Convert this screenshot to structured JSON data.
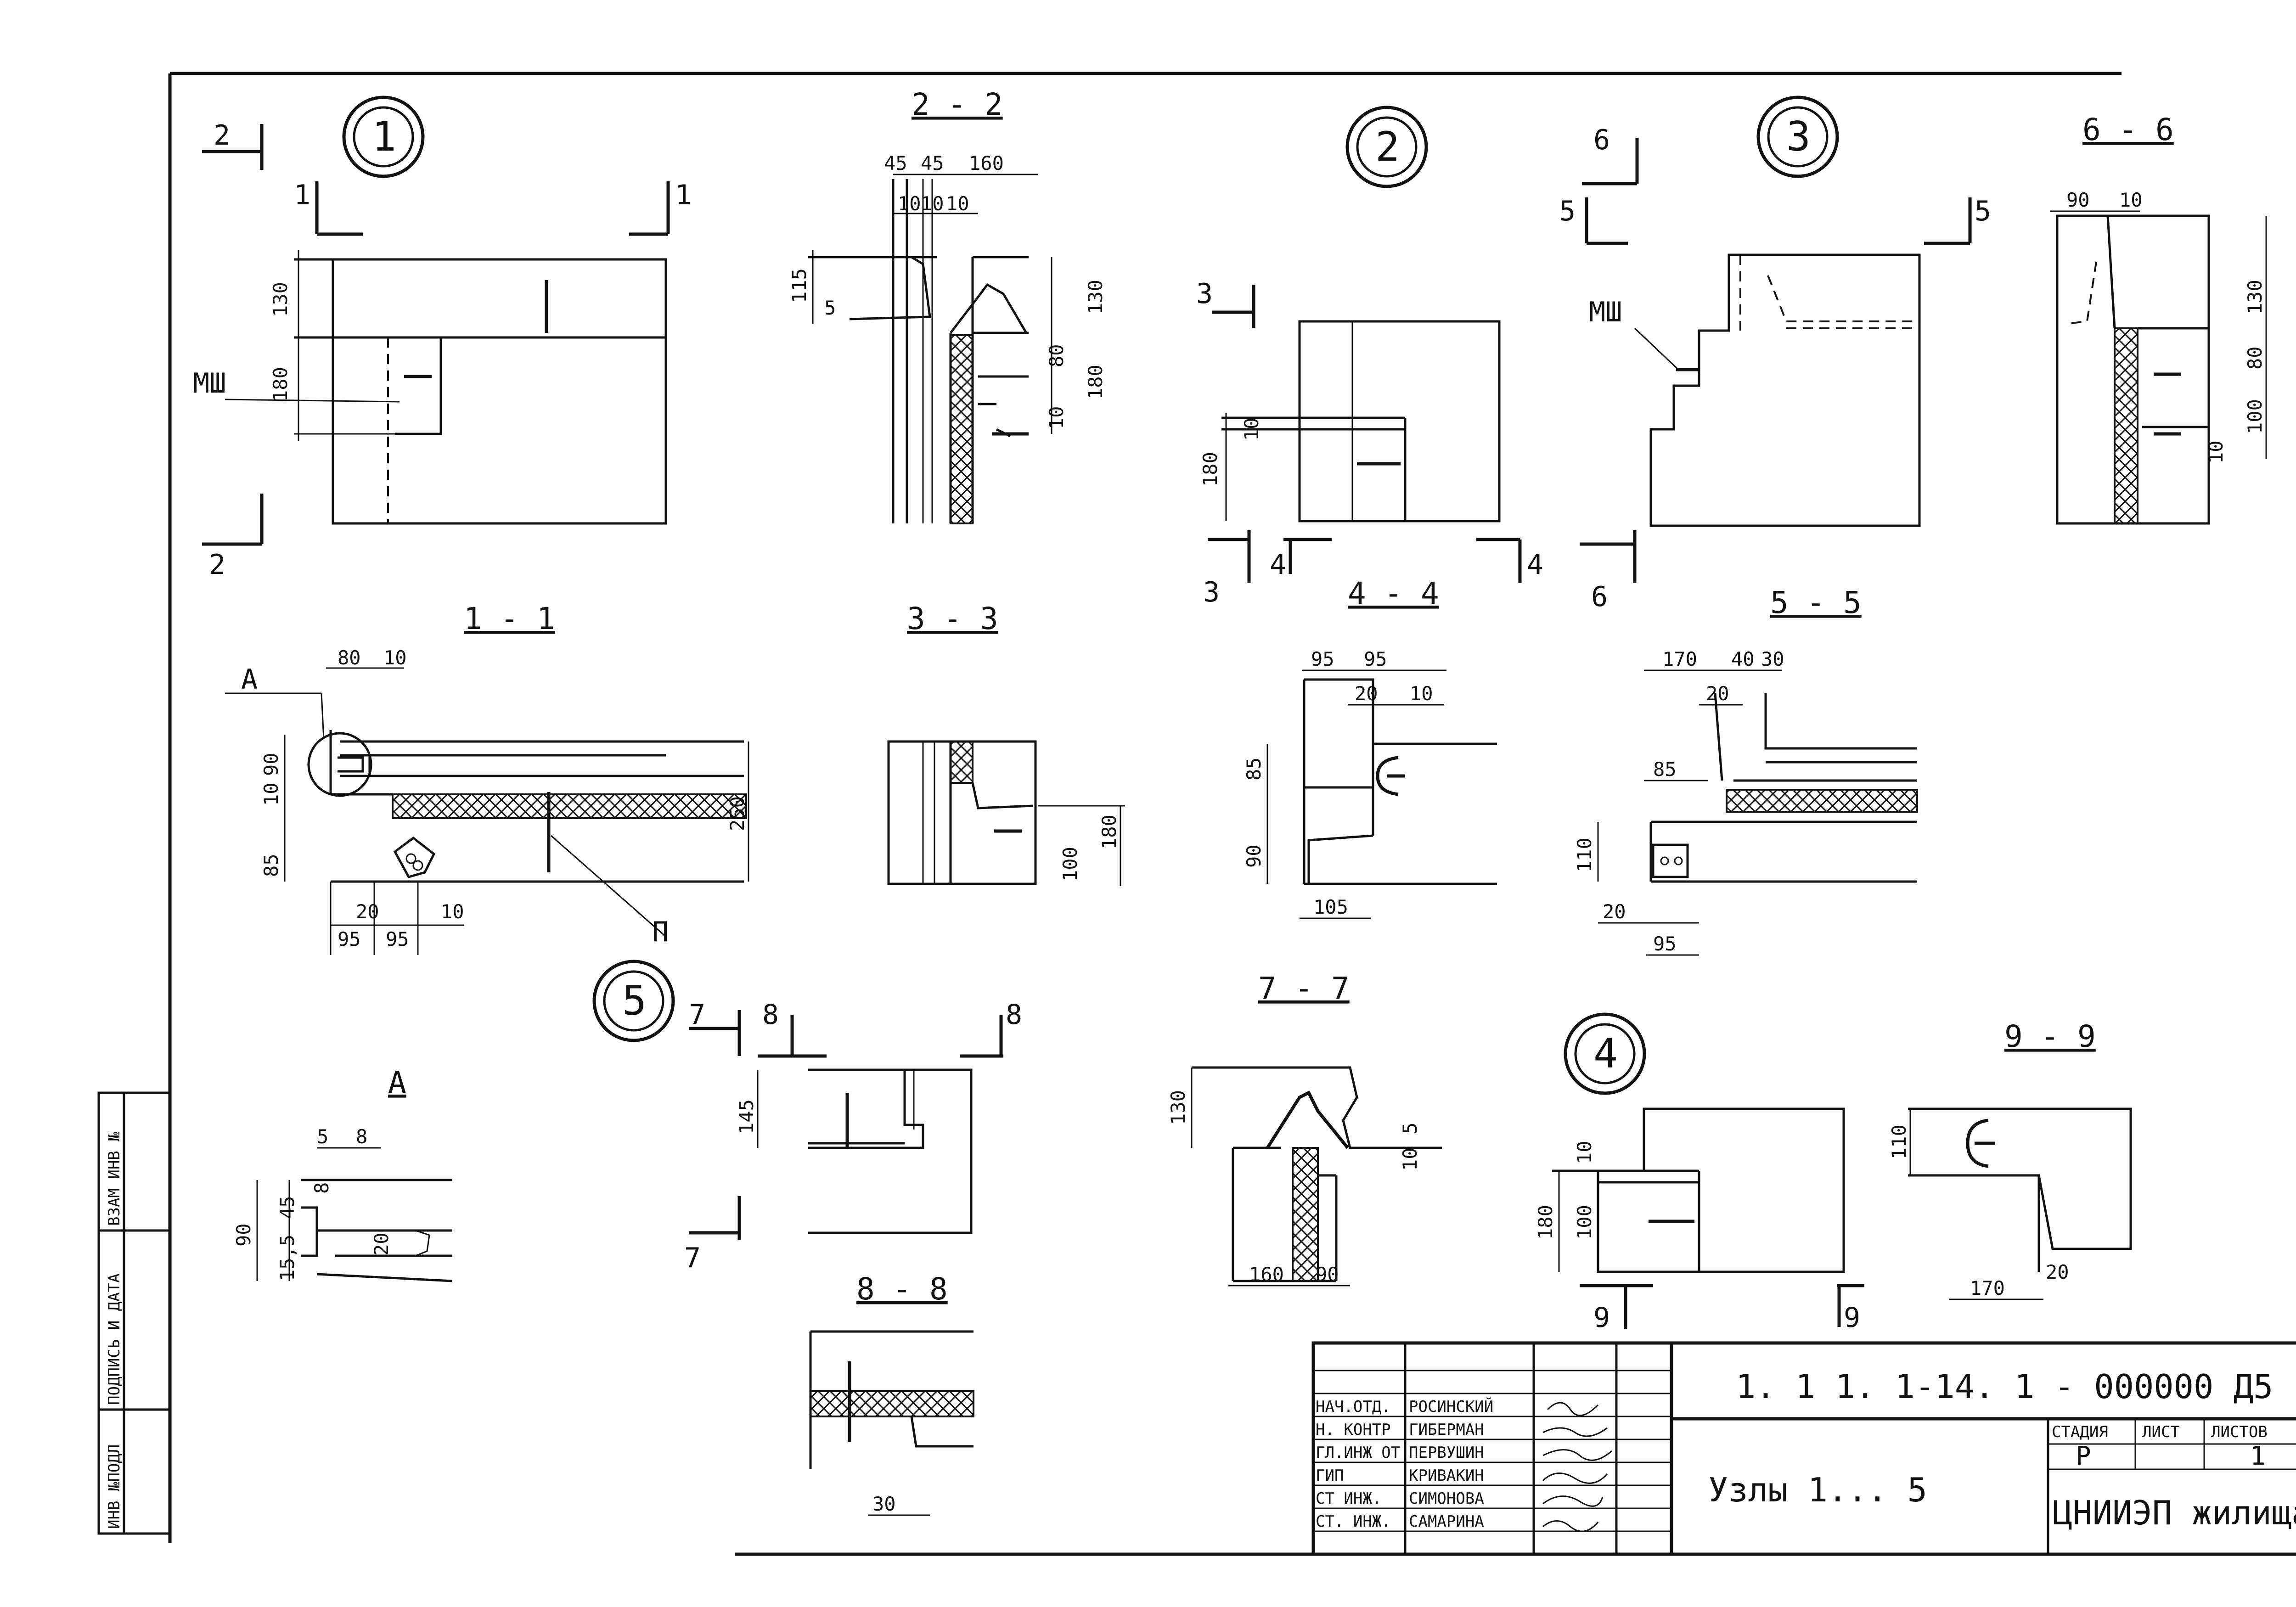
{
  "nodes": [
    {
      "id": "1",
      "label": "1"
    },
    {
      "id": "2",
      "label": "2"
    },
    {
      "id": "3",
      "label": "3"
    },
    {
      "id": "4",
      "label": "4"
    },
    {
      "id": "5",
      "label": "5"
    }
  ],
  "sections": {
    "s22": "2 - 2",
    "s66": "6 - 6",
    "s11": "1 - 1",
    "s33": "3 - 3",
    "s44": "4 - 4",
    "s55": "5 - 5",
    "s77": "7 - 7",
    "s99": "9 - 9",
    "s88": "8 - 8",
    "detailA": "А"
  },
  "marks": {
    "cut1": "1",
    "cut2": "2",
    "cut3": "3",
    "cut4": "4",
    "cut5": "5",
    "cut6": "6",
    "cut7": "7",
    "cut8": "8",
    "cut9": "9",
    "msh": "МШ",
    "p": "П",
    "a": "А"
  },
  "dims": {
    "n1_130": "130",
    "n1_180": "180",
    "s22_45a": "45",
    "s22_45b": "45",
    "s22_160": "160",
    "s22_10a": "10",
    "s22_10b": "10",
    "s22_10c": "10",
    "s22_115": "115",
    "s22_5": "5",
    "s22_130": "130",
    "s22_80": "80",
    "s22_180": "180",
    "s22_10d": "10",
    "n2_10": "10",
    "n2_180": "180",
    "s66_90": "90",
    "s66_10": "10",
    "s66_130": "130",
    "s66_80": "80",
    "s66_100": "100",
    "s66_10b": "10",
    "s11_80": "80",
    "s11_10": "10",
    "s11_10b": "10",
    "s11_90": "90",
    "s11_85": "85",
    "s11_250": "250",
    "s11_20": "20",
    "s11_95a": "95",
    "s11_95b": "95",
    "s11_10c": "10",
    "s33_100": "100",
    "s33_180": "180",
    "s44_95a": "95",
    "s44_95b": "95",
    "s44_20": "20",
    "s44_10": "10",
    "s44_85": "85",
    "s44_90": "90",
    "s44_105": "105",
    "s55_170": "170",
    "s55_40": "40",
    "s55_30": "30",
    "s55_20": "20",
    "s55_85": "85",
    "s55_110": "110",
    "s55_20b": "20",
    "s55_95": "95",
    "a_5": "5",
    "a_8": "8",
    "a_90": "90",
    "a_45": "45",
    "a_8b": "8",
    "a_20": "20",
    "a_155": "15,5",
    "n5_145": "145",
    "s77_130": "130",
    "s77_10": "10",
    "s77_5": "5",
    "s77_160": "160",
    "s77_90": "90",
    "n4_10": "10",
    "n4_180": "180",
    "n4_100": "100",
    "s99_110": "110",
    "s99_170": "170",
    "s99_20": "20",
    "s88_30": "30"
  },
  "side_stamp": {
    "c1": "ИНВ №ПОДЛ",
    "c2": "ПОДПИСЬ И ДАТА",
    "c3": "ВЗАМ ИНВ №"
  },
  "title_block": {
    "code": "1. 1 1. 1-14. 1 - 000000 Д5",
    "title": "Узлы 1... 5",
    "stage_h": "СТАДИЯ",
    "sheet_h": "ЛИСТ",
    "sheets_h": "ЛИСТОВ",
    "stage": "Р",
    "sheet": "",
    "sheets": "1",
    "org": "ЦНИИЭП жилища",
    "people": [
      {
        "role": "НАЧ.ОТД.",
        "name": "РОСИНСКИЙ"
      },
      {
        "role": "Н. КОНТР",
        "name": "ГИБЕРМАН"
      },
      {
        "role": "ГЛ.ИНЖ ОТ.",
        "name": "ПЕРВУШИН"
      },
      {
        "role": "ГИП",
        "name": "КРИВАКИН"
      },
      {
        "role": "СТ ИНЖ.",
        "name": "СИМОНОВА"
      },
      {
        "role": "СТ. ИНЖ.",
        "name": "САМАРИНА"
      }
    ]
  }
}
